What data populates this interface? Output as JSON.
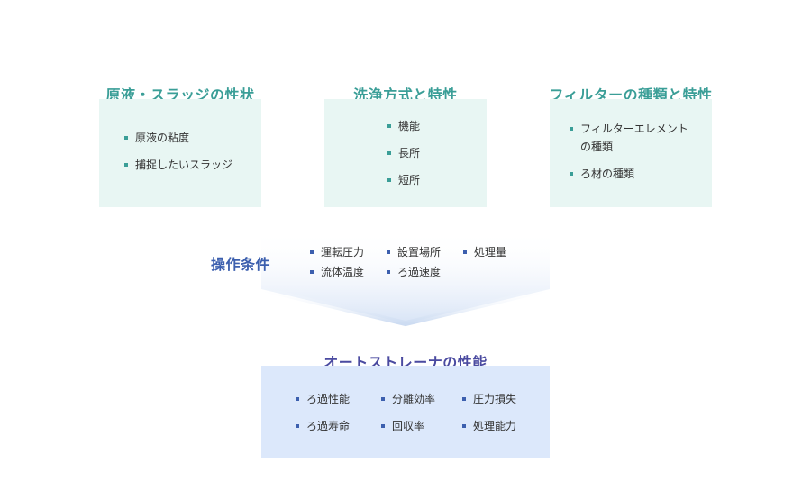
{
  "columns": [
    {
      "title": "原液・スラッジの性状",
      "items": [
        "原液の粘度",
        "捕捉したいスラッジ"
      ]
    },
    {
      "title": "洗浄方式と特性",
      "items": [
        "機能",
        "長所",
        "短所"
      ]
    },
    {
      "title": "フィルターの種類と特性",
      "items": [
        "フィルターエレメントの種類",
        "ろ材の種類"
      ]
    }
  ],
  "operating": {
    "title": "操作条件",
    "items": [
      "運転圧力",
      "設置場所",
      "処理量",
      "流体温度",
      "ろ過速度"
    ]
  },
  "result": {
    "title": "オートストレーナの性能",
    "items": [
      "ろ過性能",
      "分離効率",
      "圧力損失",
      "ろ過寿命",
      "回収率",
      "処理能力"
    ]
  },
  "colors": {
    "teal": "#3a9e97",
    "blue": "#3c5fae",
    "indigo": "#4a4aa0",
    "box_teal": "#e8f6f3",
    "box_blue": "#dce8fb"
  }
}
